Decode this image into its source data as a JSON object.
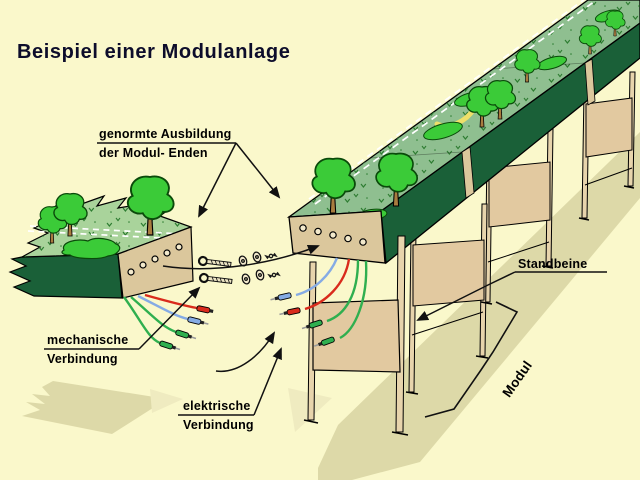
{
  "title": "Beispiel einer Modulanlage",
  "labels": {
    "module_ends_line1": "genormte Ausbildung",
    "module_ends_line2": "der Modul- Enden",
    "legs": "Standbeine",
    "mechanical_line1": "mechanische",
    "mechanical_line2": "Verbindung",
    "electrical_line1": "elektrische",
    "electrical_line2": "Verbindung",
    "module_brace": "Modul"
  },
  "colors": {
    "background": "#FAF8CB",
    "title_text": "#0D0D2B",
    "label_text": "#000000",
    "line": "#111111",
    "top_green_left": "#A9D39B",
    "top_green_right": "#8FBF90",
    "fascia_green": "#1A6038",
    "wood_tan": "#DBC79C",
    "leg_tan": "#E7D4AC",
    "panel_tan": "#E2C9A0",
    "shadow_olive": "#DDD9A8",
    "shadow_pale": "#EFEBC0",
    "tree_green": "#3BCB38",
    "tree_outline": "#0A4A0A",
    "trunk_brown": "#A97C3F",
    "grass_mark": "#2E7D32",
    "track_white": "#FFFFFF",
    "cable_red": "#D92B1C",
    "cable_blue": "#85ABE4",
    "cable_green": "#2FAF4F",
    "house_roof": "#E2501E",
    "house_wall": "#FFFFFF",
    "path_yellow": "#EDE06A",
    "hole_fill": "#F2E9CC",
    "bolt_metal": "#EDE5C4"
  }
}
